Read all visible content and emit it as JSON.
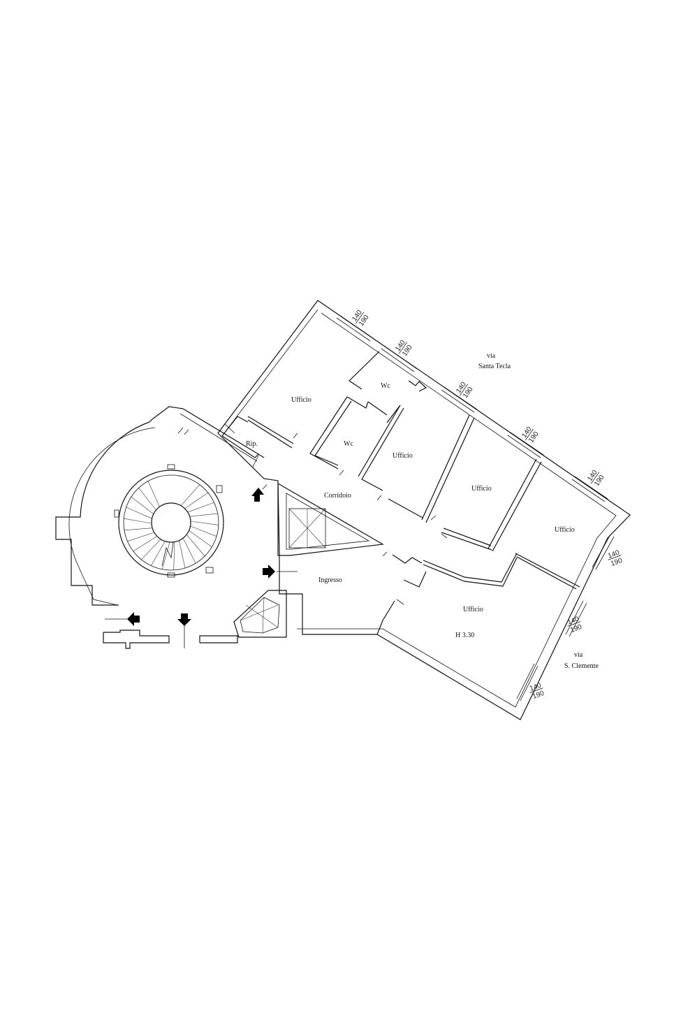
{
  "rooms": {
    "ufficio_1": "Ufficio",
    "wc_1": "Wc",
    "wc_2": "Wc",
    "rip": "Rip.",
    "ufficio_2": "Ufficio",
    "ufficio_3": "Ufficio",
    "corridoio": "Corridoio",
    "ufficio_4": "Ufficio",
    "ingresso": "Ingresso",
    "ufficio_5": "Ufficio",
    "height": "H 3.30"
  },
  "streets": {
    "santa_tecla_prefix": "via",
    "santa_tecla_name": "Santa Tecla",
    "clemente_prefix": "via",
    "clemente_name": "S. Clemente"
  },
  "windows": [
    {
      "width": "140",
      "height": "190"
    },
    {
      "width": "140",
      "height": "190"
    },
    {
      "width": "140",
      "height": "190"
    },
    {
      "width": "140",
      "height": "190"
    },
    {
      "width": "140",
      "height": "190"
    },
    {
      "width": "140",
      "height": "190"
    },
    {
      "width": "140",
      "height": "190"
    },
    {
      "width": "140",
      "height": "190"
    }
  ]
}
